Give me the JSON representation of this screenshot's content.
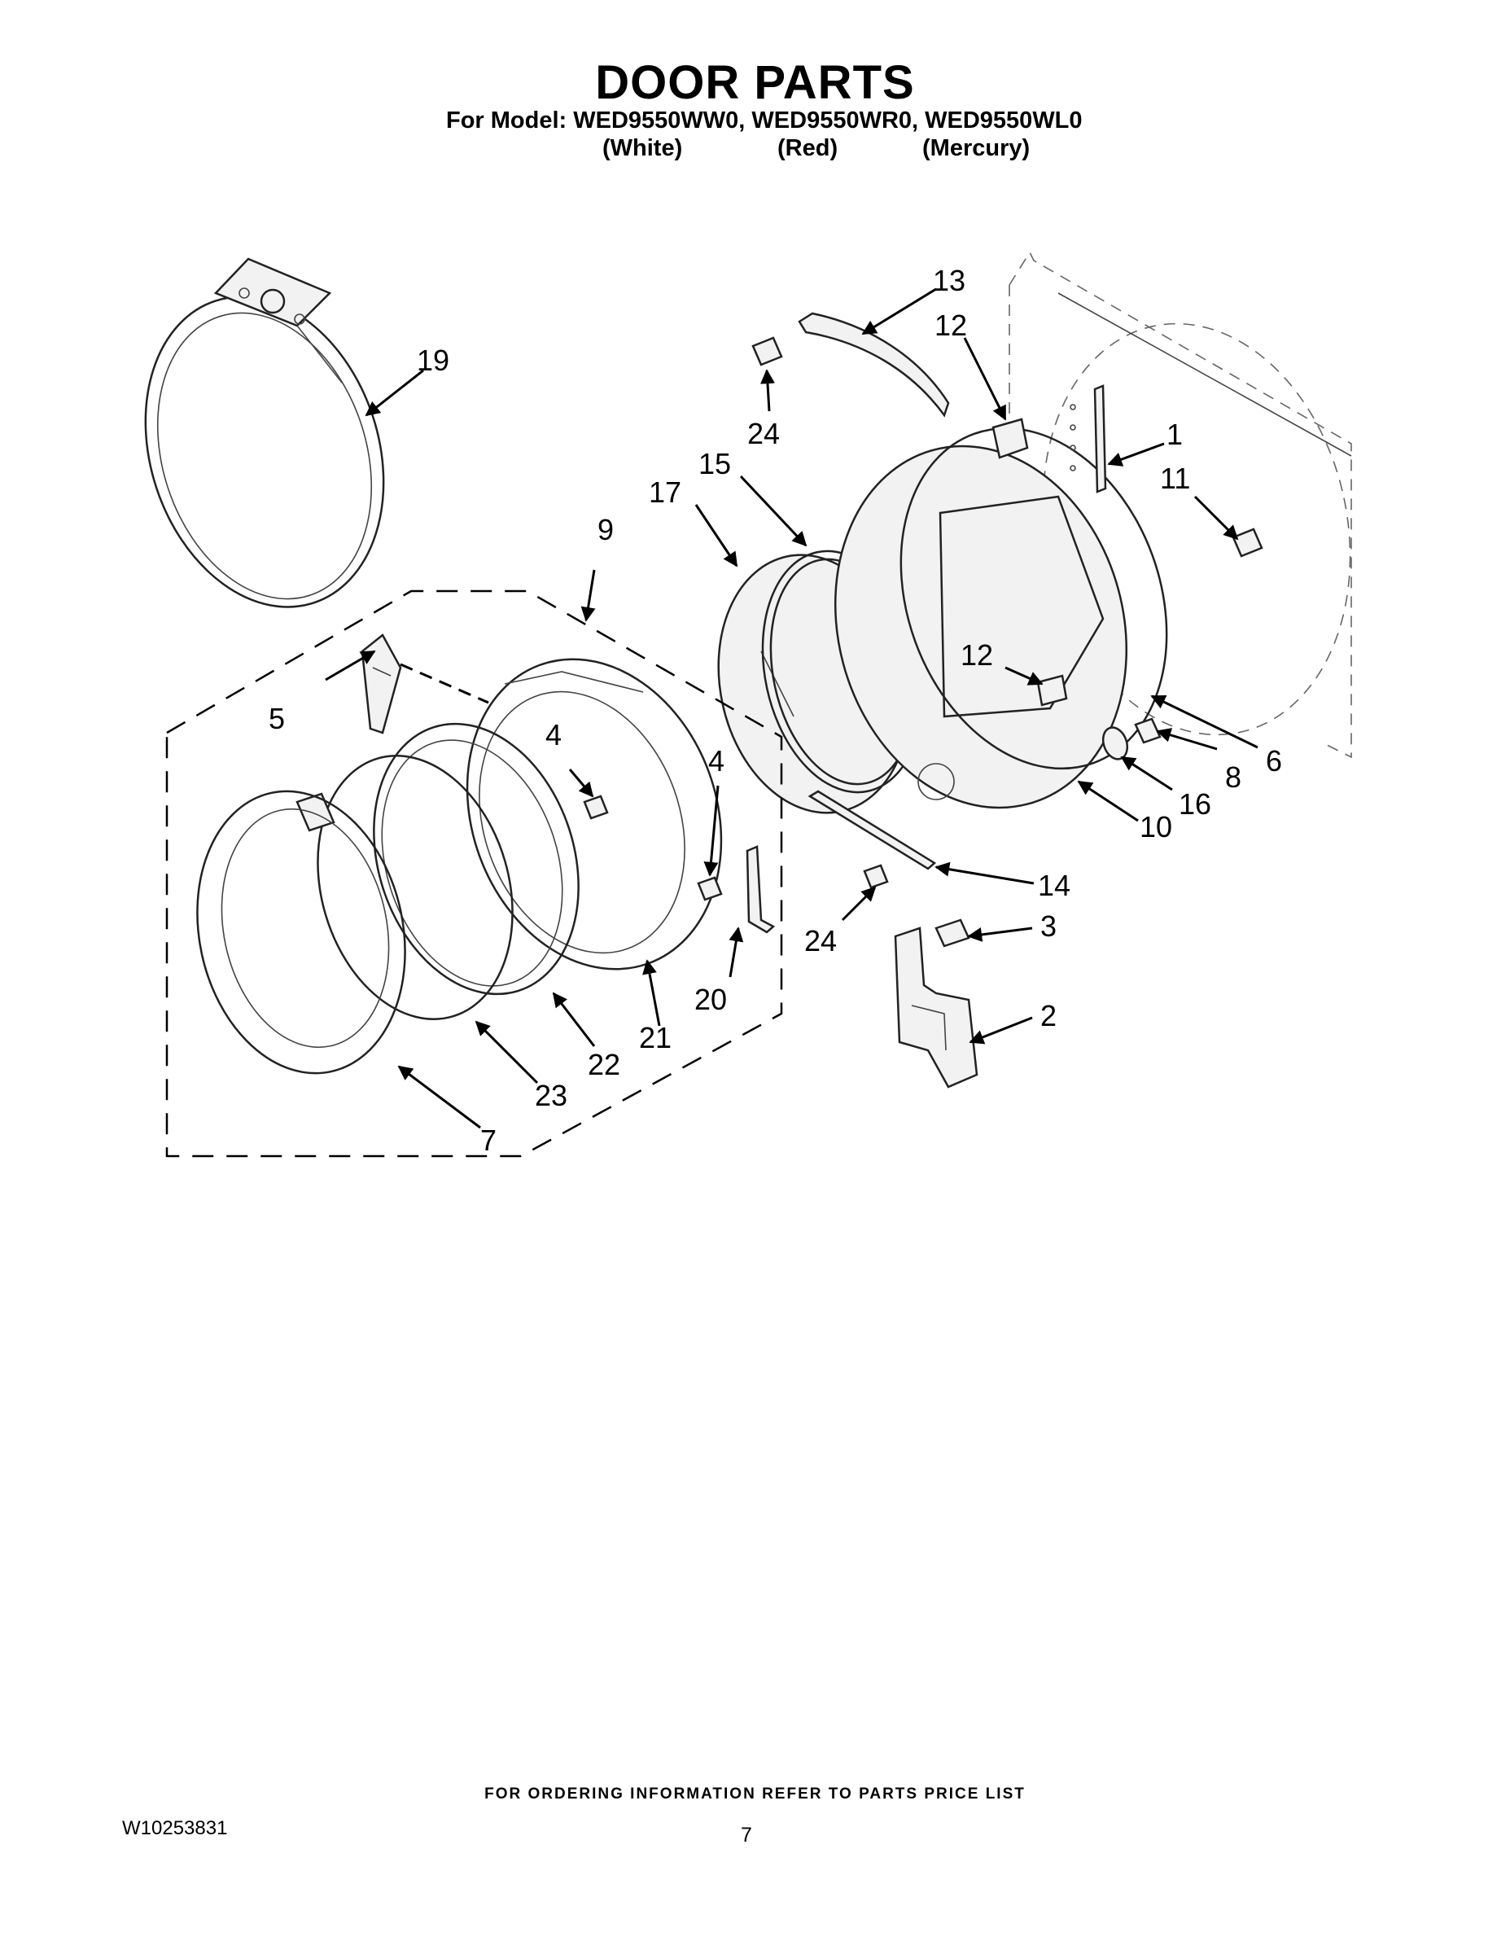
{
  "header": {
    "title": "DOOR PARTS",
    "model_line": "For Model: WED9550WW0, WED9550WR0, WED9550WL0",
    "variants": [
      "(White)",
      "(Red)",
      "(Mercury)"
    ]
  },
  "callouts": {
    "c1": "1",
    "c2": "2",
    "c3": "3",
    "c4a": "4",
    "c4b": "4",
    "c5": "5",
    "c6": "6",
    "c7": "7",
    "c8": "8",
    "c9": "9",
    "c10": "10",
    "c11": "11",
    "c12a": "12",
    "c12b": "12",
    "c13": "13",
    "c14": "14",
    "c15": "15",
    "c16": "16",
    "c17": "17",
    "c19": "19",
    "c20": "20",
    "c21": "21",
    "c22": "22",
    "c23": "23",
    "c24a": "24",
    "c24b": "24"
  },
  "footer": {
    "note": "FOR ORDERING INFORMATION REFER TO PARTS PRICE LIST",
    "doc_number": "W10253831",
    "page_number": "7"
  }
}
